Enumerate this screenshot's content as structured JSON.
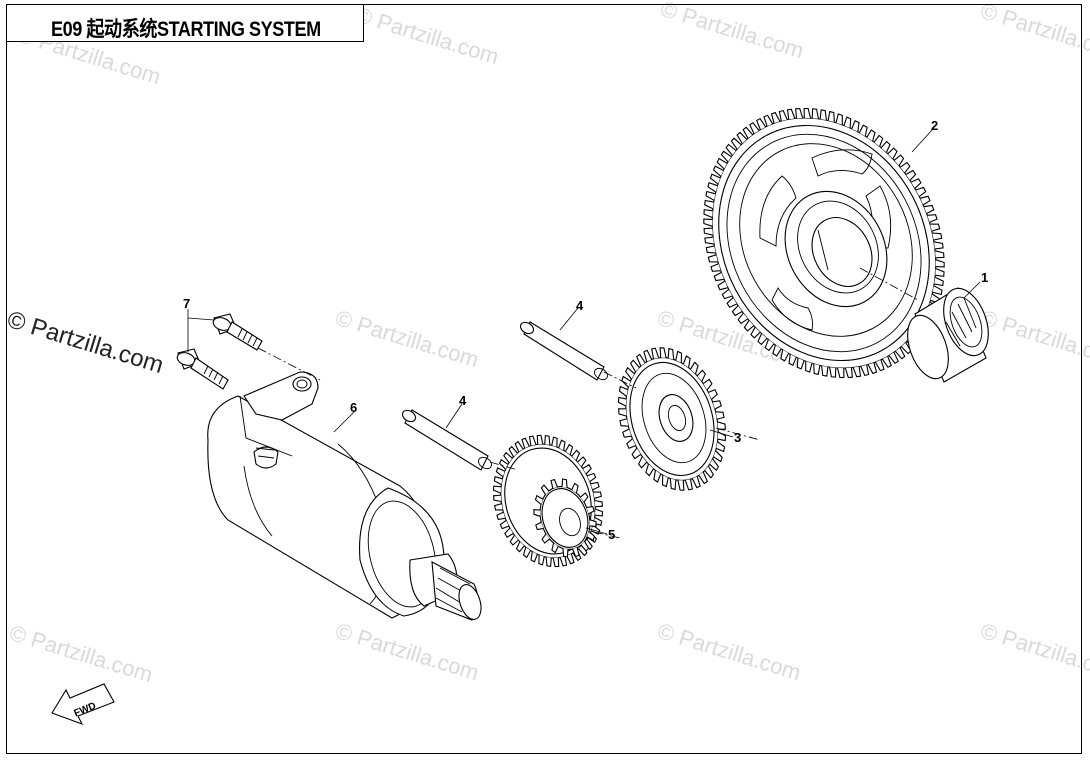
{
  "title": "E09 起动系统STARTING SYSTEM",
  "watermark": "© Partzilla.com",
  "watermark_positions": [
    "top-left",
    "top-center-left",
    "top-center-right",
    "top-right",
    "middle-left",
    "middle-center-left",
    "middle-center-right",
    "middle-right",
    "bottom-left",
    "bottom-center-left",
    "bottom-center-right",
    "bottom-right"
  ],
  "direction_badge": "FWD",
  "parts": [
    {
      "number": "1",
      "part": "needle-bearing"
    },
    {
      "number": "2",
      "part": "starter-driven-gear"
    },
    {
      "number": "3",
      "part": "idle-gear"
    },
    {
      "number": "4",
      "part": "shaft"
    },
    {
      "number": "5",
      "part": "dual-idle-gear"
    },
    {
      "number": "6",
      "part": "starter-motor"
    },
    {
      "number": "7",
      "part": "flange-bolt"
    }
  ],
  "colors": {
    "line": "#000000",
    "background": "#ffffff",
    "watermark": "#9a9a9a"
  }
}
